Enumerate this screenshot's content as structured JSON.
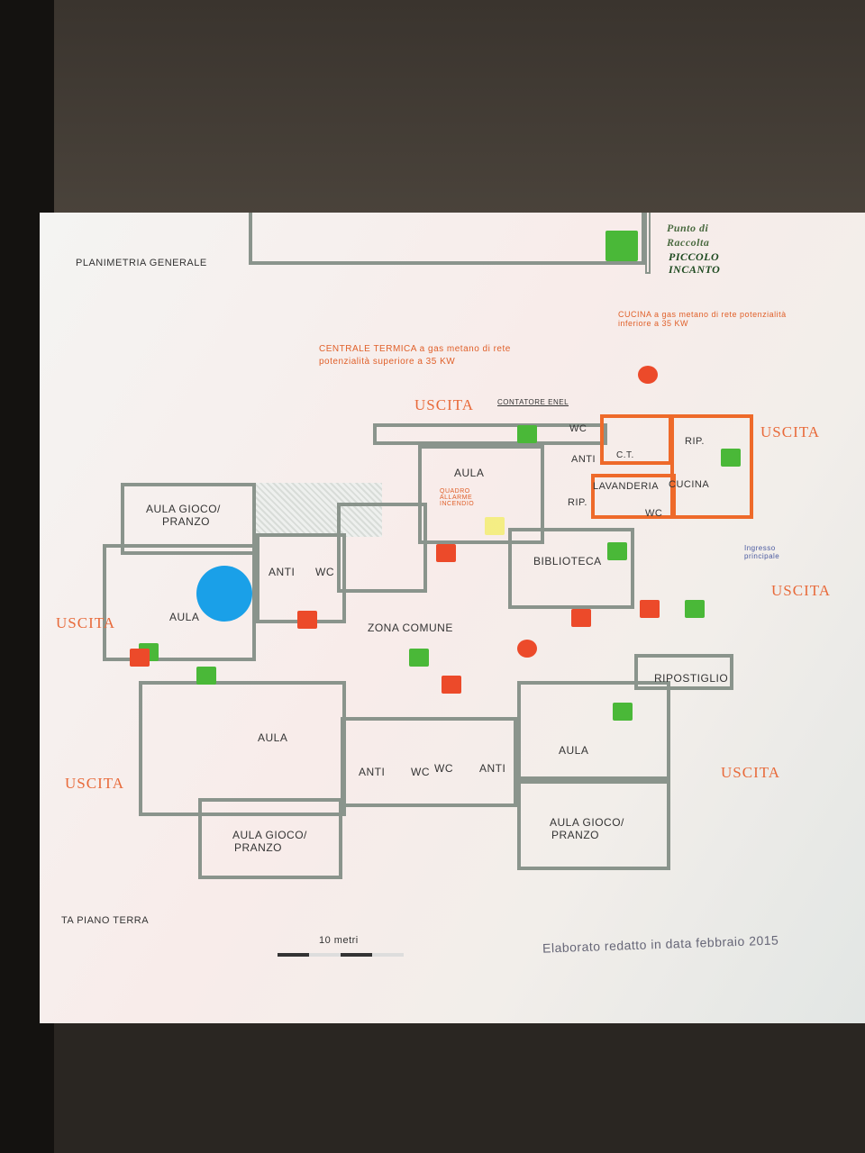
{
  "header": {
    "title": "PLANIMETRIA GENERALE",
    "assembly_point": {
      "line1": "Punto di",
      "line2": "Raccolta",
      "name1": "PICCOLO",
      "name2": "INCANTO"
    }
  },
  "notes": {
    "cucina": "CUCINA a gas metano di rete potenzialità inferiore a 35 KW",
    "centrale": "CENTRALE TERMICA a gas metano di rete",
    "centrale2": "potenzialità superiore a 35 KW",
    "contatore": "CONTATORE ENEL",
    "quadro": "QUADRO ALLARME INCENDIO",
    "ingresso": "Ingresso principale"
  },
  "exits": [
    "USCITA",
    "USCITA",
    "USCITA",
    "USCITA",
    "USCITA",
    "USCITA"
  ],
  "rooms": {
    "wc1": "WC",
    "anti1": "ANTI",
    "ct": "C.T.",
    "rip1": "RIP.",
    "rip2": "RIP.",
    "lavanderia": "LAVANDERIA",
    "cucina": "CUCINA",
    "wc2": "WC",
    "aula_top": "AULA",
    "gioco1a": "AULA GIOCO/",
    "gioco1b": "PRANZO",
    "anti2": "ANTI",
    "wc3": "WC",
    "aula_left": "AULA",
    "zona": "ZONA COMUNE",
    "biblioteca": "BIBLIOTECA",
    "ripostiglio": "RIPOSTIGLIO",
    "aula_bl": "AULA",
    "anti3": "ANTI",
    "wc4": "WC",
    "wc5": "WC",
    "anti4": "ANTI",
    "aula_br": "AULA",
    "gioco2a": "AULA GIOCO/",
    "gioco2b": "PRANZO",
    "gioco3a": "AULA GIOCO/",
    "gioco3b": "PRANZO"
  },
  "footer": {
    "plan_name": "TA PIANO TERRA",
    "scale": "10 metri",
    "date": "Elaborato redatto in data febbraio 2015"
  },
  "colors": {
    "exit": "#e86a3a",
    "emergency_sign": "#4ab838",
    "fire_sign": "#ec4a2a",
    "you_are_here": "#1aa0e8"
  }
}
